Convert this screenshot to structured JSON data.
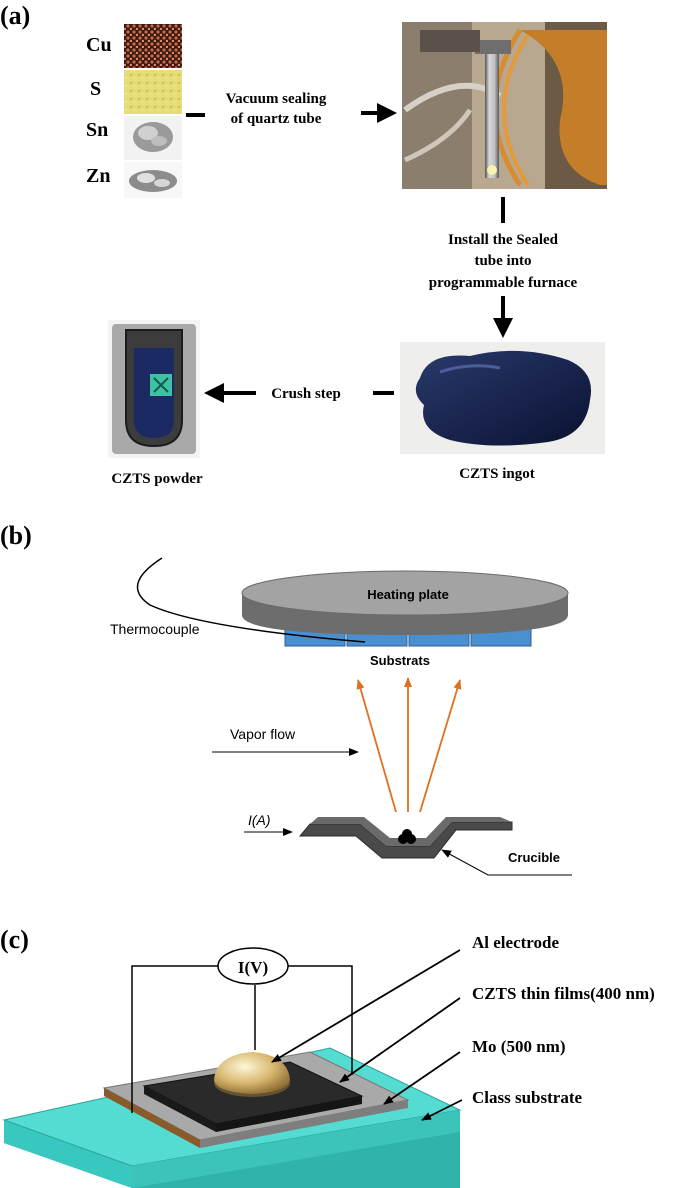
{
  "panel_a": {
    "label": "(a)",
    "elements": [
      "Cu",
      "S",
      "Sn",
      "Zn"
    ],
    "step_vacuum": [
      "Vacuum sealing",
      "of quartz tube"
    ],
    "step_install": [
      "Install the Sealed",
      "tube into",
      "programmable furnace"
    ],
    "step_crush": "Crush step",
    "caption_ingot": "CZTS ingot",
    "caption_powder": "CZTS powder"
  },
  "panel_b": {
    "label": "(b)",
    "heating_plate": "Heating plate",
    "thermocouple": "Thermocouple",
    "substrates": "Substrats",
    "vapor_flow": "Vapor flow",
    "current": "I(A)",
    "crucible": "Crucible"
  },
  "panel_c": {
    "label": "(c)",
    "meter": "I(V)",
    "al_electrode": "Al electrode",
    "czts_film": "CZTS thin films(400 nm)",
    "mo_layer": "Mo (500 nm)",
    "substrate": "Class substrate"
  },
  "colors": {
    "arrow_orange": "#e07020",
    "substrate_blue": "#4a8fd0",
    "glass_cyan": "#4fd6cc",
    "plate_gray": "#7f7f7f",
    "film_black": "#2a2a2a"
  }
}
